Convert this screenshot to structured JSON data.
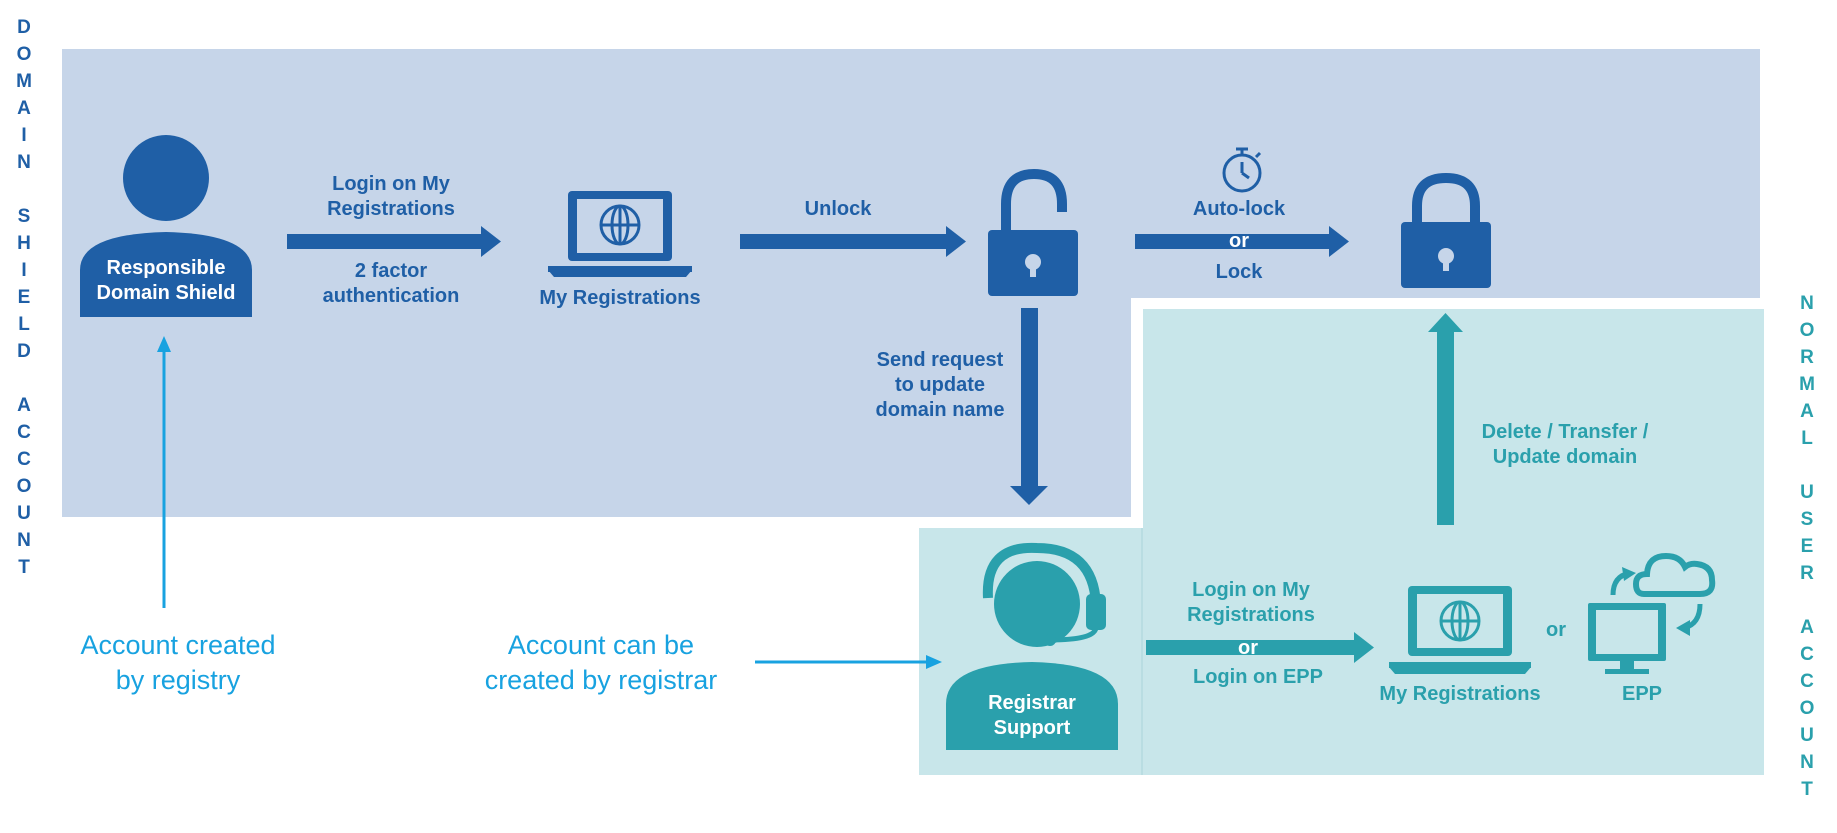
{
  "side_labels": {
    "domain_shield_account": "D\nO\nM\nA\nI\nN\n\nS\nH\nI\nE\nL\nD\n\nA\nC\nC\nO\nU\nN\nT",
    "normal_user_account": "N\nO\nR\nM\nA\nL\n\nU\nS\nE\nR\n\nA\nC\nC\nO\nU\nN\nT"
  },
  "nodes": {
    "responsible": "Responsible\nDomain Shield",
    "my_registrations_top": "My Registrations",
    "registrar_support": "Registrar\nSupport",
    "my_registrations_bottom": "My Registrations",
    "epp": "EPP"
  },
  "edges": {
    "login_top": "Login on My\nRegistrations",
    "two_factor": "2 factor\nauthentication",
    "unlock": "Unlock",
    "auto_lock": "Auto-lock",
    "or_lock": "or",
    "lock": "Lock",
    "send_request": "Send request\nto update\ndomain name",
    "delete_transfer": "Delete / Transfer /\nUpdate domain",
    "login_bottom": "Login on My\nRegistrations",
    "or_bottom": "or",
    "login_epp": "Login on EPP",
    "or_epp": "or"
  },
  "notes": {
    "registry": "Account created\nby registry",
    "registrar": "Account can be\ncreated by registrar"
  },
  "colors": {
    "blue": "#1f5fa6",
    "teal": "#2aa0ac",
    "note": "#18a2e0",
    "zone_top": "#c6d5e9",
    "zone_bottom": "#c8e6ea"
  }
}
